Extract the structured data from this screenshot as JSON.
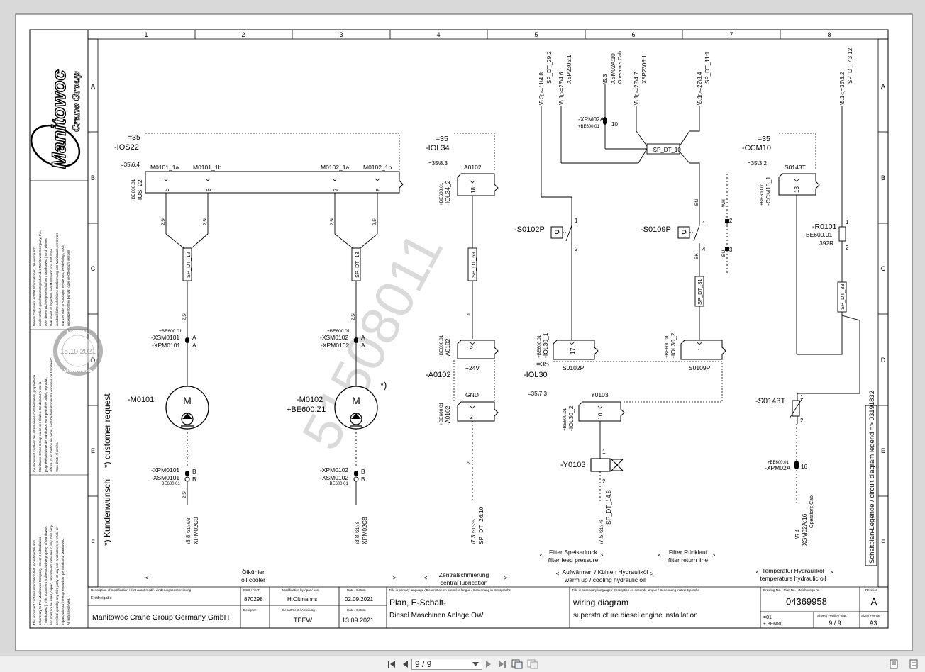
{
  "columns": [
    "1",
    "2",
    "3",
    "4",
    "5",
    "6",
    "7",
    "8"
  ],
  "rows": [
    "A",
    "B",
    "C",
    "D",
    "E",
    "F"
  ],
  "logo": {
    "brand": "Manitowoc",
    "sub": "Crane Group"
  },
  "stamp": {
    "date": "15.10.2021",
    "ring_top": "DIGITAL",
    "ring_bottom": "SIGNATURE"
  },
  "watermark": "51508011",
  "legal": {
    "de": [
      "Dieses Dokument enthält Informationen, die vertraulich",
      "und rechtlich geschütztes Eigentum der Manitowoc Company, Inc.,",
      "oder deren Tochtergesellschaften (\"Manitowoc\") sind. Dieses",
      "Dokument ist Eigentum von Manitowoc und darf ohne",
      "ausdrückliche schriftliche Zustimmung von Manitowoc, weder als",
      "Ganzes oder in Auszügen verwendet, vervielfältigt, noch",
      "gegenüber Dritten benutzt oder veröffentlicht werden."
    ],
    "fr": [
      "Ce document contient des informations confidentielles, propriété de",
      "Manitowoc Crane Group ou de ses filiales. Ce document est la",
      "propriété exclusive de Manitowoc et ne peut être utilisé, reproduit,",
      "diffusé, ni en tout ou en partie, sans l'autorisation écrite expresse de Manitowoc.",
      "Tous droits réservés."
    ],
    "en": [
      "This document contains information that is confidential and",
      "proprietary to The Manitowoc Company, Inc. or it subsidiaries",
      "(\"Manitowoc\"). This document is the exclusive property of Manitowoc",
      "and shall not be used, copied, reproduced, released to any third party",
      "or relied upon by any third party for any use whatsoever, in whole or",
      "in part, without the express written permission of Manitowoc.",
      "All rights reserved."
    ]
  },
  "side_note": {
    "de": "*) Kundenwunsch",
    "en": "*) customer request"
  },
  "legend_ref": "Schaltplan-Legende / circuit diagram legend => 03191832",
  "ios22": {
    "eq": "=35",
    "tag": "-IOS22",
    "ref": "=35\\6.4",
    "sub1": "+BE600.01",
    "sub2": "-IOS_22",
    "pins": [
      "M0101_1a",
      "M0101_1b",
      "M0102_1a",
      "M0102_1b"
    ],
    "nums": [
      "5",
      "6",
      "7",
      "8"
    ]
  },
  "m0101": {
    "tag": "-M0101",
    "conn_sub": "+BE600.01",
    "xpm_top": "-XSM0101",
    "xpm_top2": "-XPM0101",
    "pin_a": "A",
    "xpm_bot": "-XPM0101",
    "xpm_bot2": "-XSM0101",
    "pin_b": "B",
    "plug": "SP_DT_12",
    "wire": "2,5²",
    "ref": "\\8.8",
    "ref2": "XPM02C9",
    "ref_mid": "\\31▷6/3"
  },
  "m0102": {
    "tag": "-M0102",
    "loc": "+BE600.Z1",
    "xpm_top": "-XSM0102",
    "xpm_top2": "-XPM0102",
    "pin_a": "A",
    "xpm_bot": "-XPM0102",
    "xpm_bot2": "-XSM0102",
    "pin_b": "B",
    "plug": "SP_DT_13",
    "wire": "2,5²",
    "ref": "\\8.8",
    "ref2": "XPM02C8",
    "ref_mid": "\\31▷8",
    "star": "*)"
  },
  "motor_letter": "M",
  "ioL34": {
    "eq": "=35",
    "tag": "-IOL34",
    "ref": "=35\\8.3",
    "box": "A0102",
    "sub1": "+BE600.01",
    "sub2": "-IOL34_2",
    "pin": "18",
    "plug": "SP_DT_69",
    "wire": "1"
  },
  "a0102": {
    "tag": "-A0102",
    "sub1": "+BE600.01",
    "sub2": "-A0102",
    "p24": "+24V",
    "gnd": "GND",
    "n3": "3",
    "n2": "2",
    "wire2": "2",
    "ref": "\\7.3",
    "ref2": "SP_DT_26:10",
    "ref_mid": "\\31▷35"
  },
  "top_refs": [
    {
      "a": "\\5.3▷=11\\4.8",
      "b": "SP_DT_29:2"
    },
    {
      "a": "\\5.1▷=23\\4.6",
      "b": "XSP2305:1"
    },
    {
      "a": "\\5.3",
      "b": "XSM02A:10",
      "c": "Operators Cab"
    },
    {
      "a": "\\5.1▷=23\\4.7",
      "b": "XSP2306:1"
    },
    {
      "a": "\\5.1▷=22\\3.4",
      "b": "SP_DT_11:1"
    },
    {
      "a": "\\5.1◁=35\\3.2",
      "b": "SP_DT_43:12"
    }
  ],
  "xpm02a": {
    "tag": "-XPM02A",
    "sub": "+BE600.01",
    "pin": "10"
  },
  "sp_dt_10": "-SP_DT_10",
  "s0102p": {
    "tag": "-S0102P",
    "p1": "1",
    "p2": "2"
  },
  "s0109p": {
    "tag": "-S0109P",
    "p1": "1",
    "p2": "2",
    "p3": "3",
    "p4": "4",
    "bn": "BN",
    "bk": "BK",
    "wh": "WH",
    "bu": "BU",
    "plug": "SP_DT_31"
  },
  "p_letter": "P",
  "iol30": {
    "eq": "=35",
    "tag": "-IOL30",
    "ref": "=35\\7.3",
    "sub1a": "+BE600.01",
    "sub1b": "-IOL30_1",
    "pin1": "17",
    "box1": "S0102P",
    "sub2a": "+BE600.01",
    "sub2b": "-IOL30_2",
    "pin2": "1",
    "box2": "S0109P",
    "box3": "Y0103",
    "sub3a": "+BE600.01",
    "sub3b": "-IOL30_2",
    "pin3": "10"
  },
  "y0103": {
    "tag": "-Y0103",
    "p1": "1",
    "p2": "2",
    "ref": "\\7.5",
    "ref2": "SP_DT_14.8",
    "ref_mid": "\\31▷45"
  },
  "ccm10": {
    "eq": "=35",
    "tag": "-CCM10",
    "ref": "=35\\3.2",
    "box": "S0143T",
    "sub1": "+BE600.01",
    "sub2": "-CCM10_1",
    "pin": "13"
  },
  "r0101": {
    "tag": "-R0101",
    "loc": "+BE600.01",
    "val": "392R",
    "p1": "1",
    "p2": "2",
    "plug": "SP_DT_33"
  },
  "s0143t": {
    "tag": "-S0143T",
    "p1": "1",
    "p2": "2",
    "xpm": "-XPM02A",
    "xpm_sub": "+BE600.01",
    "pin": "16",
    "ref": "\\5.4",
    "ref2": "XSM02A:16",
    "ref3": "Operators Cab"
  },
  "func_labels": [
    {
      "l1": "Ölkühler",
      "l2": "oil cooler"
    },
    {
      "l1": "Zentralschmierung",
      "l2": "central lubrication"
    },
    {
      "l1": "Filter Speisedruck",
      "l2": "filter feed pressure"
    },
    {
      "l1": "Aufwärmen / Kühlen Hydrauliköl",
      "l2": "warm up / cooling hydraulic oil"
    },
    {
      "l1": "Filter Rücklauf",
      "l2": "filter return line"
    },
    {
      "l1": "Temperatur Hydrauliköl",
      "l2": "temperature hydraulic oil"
    }
  ],
  "title_block": {
    "h_mod": "Description of modification / état avant modif / Änderungsbeschreibung",
    "mod_val": "Erstfreigabe",
    "h_eco": "ECO / AMT",
    "eco": "870298",
    "h_modby": "Modification by / par / von",
    "modby": "H.Oltmanns",
    "h_date": "Date / Datum",
    "date1": "02.09.2021",
    "company": "Manitowoc Crane Group Germany GmbH",
    "h_designer": "Designer",
    "h_dept": "Department / Abteilung",
    "dept": "TEEW",
    "date2": "13.09.2021",
    "h_title1": "Title in primary language / Description en première langue / Benennung in Erstsprache",
    "title1a": "Plan, E-Schalt-",
    "title1b": "Diesel Maschinen Anlage OW",
    "h_title2": "Title in secondary language / Description en seconde langue / Benennung in Zweitsprache",
    "title2a": "wiring diagram",
    "title2b": "superstructure diesel engine installation",
    "h_draw": "Drawing No. / Plan No. / Zeichnungs-Nr.",
    "draw": "04369958",
    "h_rev": "Revision",
    "rev": "A",
    "loc1": "=01",
    "loc2": "+ BE600",
    "h_sheet": "Sheet / Feuille / Blatt",
    "sheet": "9 / 9",
    "h_size": "Size / Format",
    "size": "A3"
  },
  "viewer": {
    "page": "9 / 9"
  }
}
